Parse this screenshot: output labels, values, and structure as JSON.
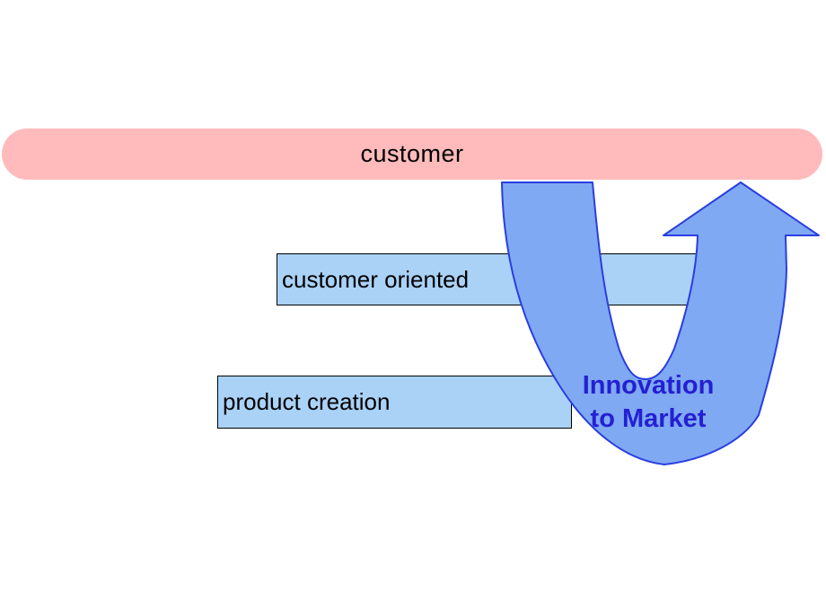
{
  "diagram": {
    "background_color": "#FFFFFF",
    "customer_bar": {
      "label": "customer",
      "fill": "#FFBBBB",
      "text_color": "#000000"
    },
    "process_bars": [
      {
        "id": "customer-oriented",
        "label": "customer oriented",
        "fill": "#AAD2F7",
        "border_color": "#000000",
        "text_color": "#000000"
      },
      {
        "id": "product-creation",
        "label": "product creation",
        "fill": "#AAD2F7",
        "border_color": "#000000",
        "text_color": "#000000"
      }
    ],
    "arrow": {
      "shape": "u-turn-up-arrow",
      "fill": "#7FA9F2",
      "stroke": "#2A3EE0",
      "label_line1": "Innovation",
      "label_line2": "to Market",
      "label_color": "#2420D2"
    }
  }
}
